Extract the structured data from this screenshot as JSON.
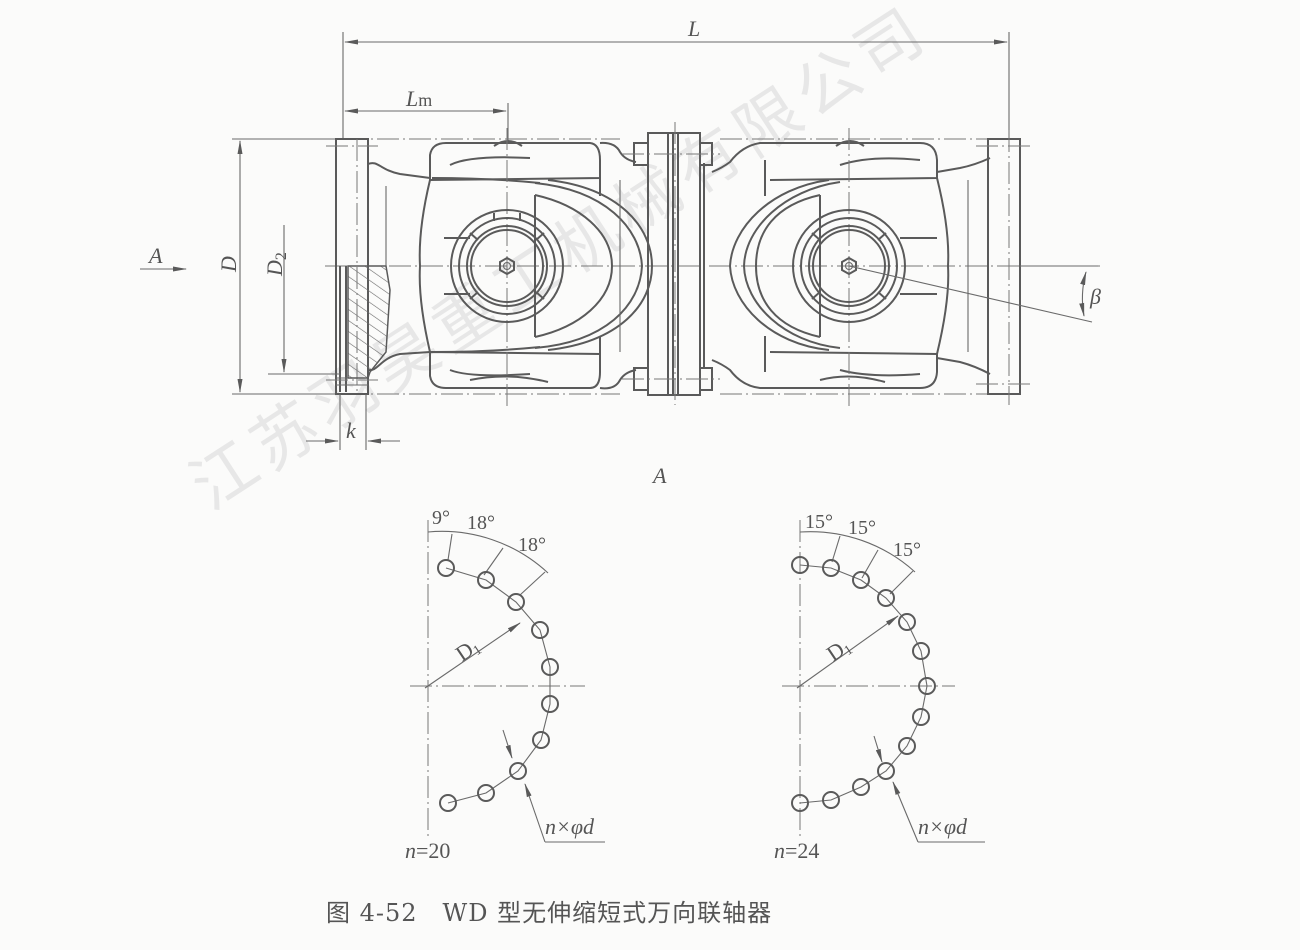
{
  "figure": {
    "caption": "图 4-52　WD 型无伸缩短式万向联轴器",
    "caption_number": "图 4-52",
    "caption_title": "WD 型无伸缩短式万向联轴器",
    "watermark": "江苏羽昊重工机械有限公司"
  },
  "main_view": {
    "dimensions": {
      "overall_length": "L",
      "flange_to_joint_length": "L",
      "flange_to_joint_sub": "m",
      "flange_diameter": "D",
      "spigot_diameter": "D",
      "spigot_diameter_sub": "2",
      "flange_thickness": "k",
      "deflection_angle": "β"
    },
    "view_arrow_label": "A",
    "view_label_below": "A"
  },
  "bolt_patterns": [
    {
      "id": "n20",
      "count_label": "n=20",
      "count_n": "n",
      "count_value": "=20",
      "angles": [
        "9°",
        "18°",
        "18°"
      ],
      "pitch_diameter": "D",
      "pitch_diameter_sub": "1",
      "hole_callout": "n×φd"
    },
    {
      "id": "n24",
      "count_label": "n=24",
      "count_n": "n",
      "count_value": "=24",
      "angles": [
        "15°",
        "15°",
        "15°"
      ],
      "pitch_diameter": "D",
      "pitch_diameter_sub": "1",
      "hole_callout": "n×φd"
    }
  ]
}
